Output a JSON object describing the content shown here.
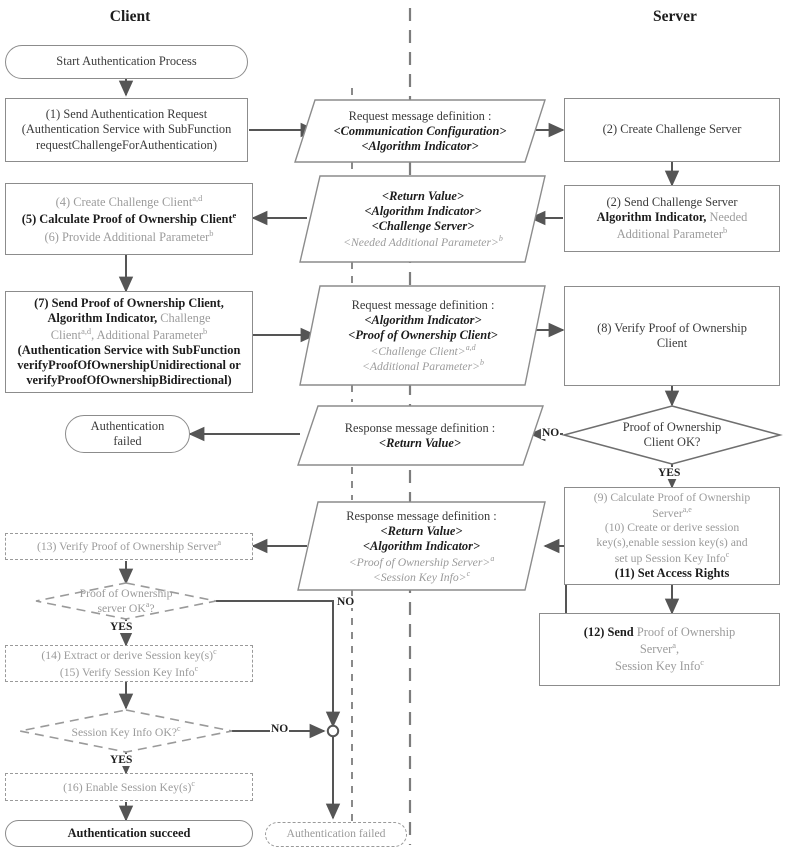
{
  "headers": {
    "client": "Client",
    "server": "Server"
  },
  "flow_labels": {
    "no1": "NO",
    "yes1": "YES",
    "no2": "NO",
    "yes2": "YES",
    "no3": "NO",
    "yes3": "YES"
  },
  "client": {
    "start": "Start Authentication Process",
    "step1_l1": "(1) Send Authentication Request",
    "step1_l2": "(Authentication Service with SubFunction",
    "step1_l3": "requestChallengeForAuthentication)",
    "step456_l1": "(4) Create Challenge Client",
    "step456_l1_sup": "a,d",
    "step456_l2": "(5) Calculate Proof of Ownership Client",
    "step456_l2_sup": "e",
    "step456_l3": "(6) Provide Additional Parameter",
    "step456_l3_sup": "b",
    "step7_l1": "(7) Send Proof of Ownership Client,",
    "step7_l2a": "Algorithm Indicator,",
    "step7_l2b": "Challenge",
    "step7_l3a": "Client",
    "step7_l3a_sup": "a,d",
    "step7_l3b": ", Additional Parameter",
    "step7_l3b_sup": "b",
    "step7_l4": "(Authentication Service with SubFunction",
    "step7_l5": "verifyProofOfOwnershipUnidirectional or",
    "step7_l6": "verifyProofOfOwnershipBidirectional)",
    "auth_failed_l1": "Authentication",
    "auth_failed_l2": "failed",
    "step13": "(13) Verify Proof of Ownership Server",
    "step13_sup": "a",
    "decision_pos_l1": "Proof of Ownership",
    "decision_pos_l2": "server OK",
    "decision_pos_l2_sup": "a",
    "decision_pos_l2_tail": "?",
    "step1415_l1": "(14) Extract or derive Session key(s)",
    "step1415_l1_sup": "c",
    "step1415_l2": "(15) Verify Session Key Info",
    "step1415_l2_sup": "c",
    "decision_ski": "Session Key Info OK?",
    "decision_ski_sup": "c",
    "step16": "(16) Enable Session Key(s)",
    "step16_sup": "c",
    "auth_succeed": "Authentication succeed",
    "auth_failed_bottom": "Authentication failed"
  },
  "messages": {
    "req1_title": "Request message definition :",
    "req1_l1": "<Communication Configuration>",
    "req1_l2": "<Algorithm Indicator>",
    "resp1_l1": "<Return Value>",
    "resp1_l2": "<Algorithm Indicator>",
    "resp1_l3": "<Challenge Server>",
    "resp1_l4": "<Needed Additional Parameter>",
    "resp1_l4_sup": "b",
    "req2_title": "Request  message definition :",
    "req2_l1": "<Algorithm Indicator>",
    "req2_l2": "<Proof of Ownership Client>",
    "req2_l3": "<Challenge Client>",
    "req2_l3_sup": "a,d",
    "req2_l4": "<Additional Parameter>",
    "req2_l4_sup": "b",
    "resp2_title": "Response message definition :",
    "resp2_l1": "<Return Value>",
    "resp3_title": "Response message definition :",
    "resp3_l1": "<Return Value>",
    "resp3_l2": "<Algorithm Indicator>",
    "resp3_l3": "<Proof of Ownership Server>",
    "resp3_l3_sup": "a",
    "resp3_l4": "<Session Key Info>",
    "resp3_l4_sup": "c"
  },
  "server": {
    "step2_create": "(2) Create Challenge Server",
    "step2_send_l1": "(2) Send Challenge Server",
    "step2_send_l2a": "Algorithm Indicator,",
    "step2_send_l2b": "Needed",
    "step2_send_l3": "Additional Parameter",
    "step2_send_l3_sup": "b",
    "step8_l1": "(8) Verify Proof of Ownership",
    "step8_l2": "Client",
    "decision_poc_l1": "Proof of  Ownership",
    "decision_poc_l2": "Client OK?",
    "step91011_l1": "(9) Calculate Proof of Ownership",
    "step91011_l2": "Server",
    "step91011_l2_sup": "a,e",
    "step91011_l3": "(10) Create or derive session",
    "step91011_l4": "key(s),enable session key(s) and",
    "step91011_l5": "set up Session Key Info",
    "step91011_l5_sup": "c",
    "step91011_l6": "(11) Set Access Rights",
    "step12_l1a": "(12)",
    "step12_l1b": "Send",
    "step12_l1c": "Proof of Ownership",
    "step12_l2": "Server",
    "step12_l2_sup": "a",
    "step12_l2_tail": ",",
    "step12_l3": "Session Key Info",
    "step12_l3_sup": "c"
  },
  "colors": {
    "solid_stroke": "#8c8c8c",
    "dashed_stroke": "#9a9a9a",
    "arrow_dark": "#555555",
    "text_dark": "#1d1d1d",
    "text_grey": "#9b9b9b",
    "divider": "#7d7d7d"
  }
}
